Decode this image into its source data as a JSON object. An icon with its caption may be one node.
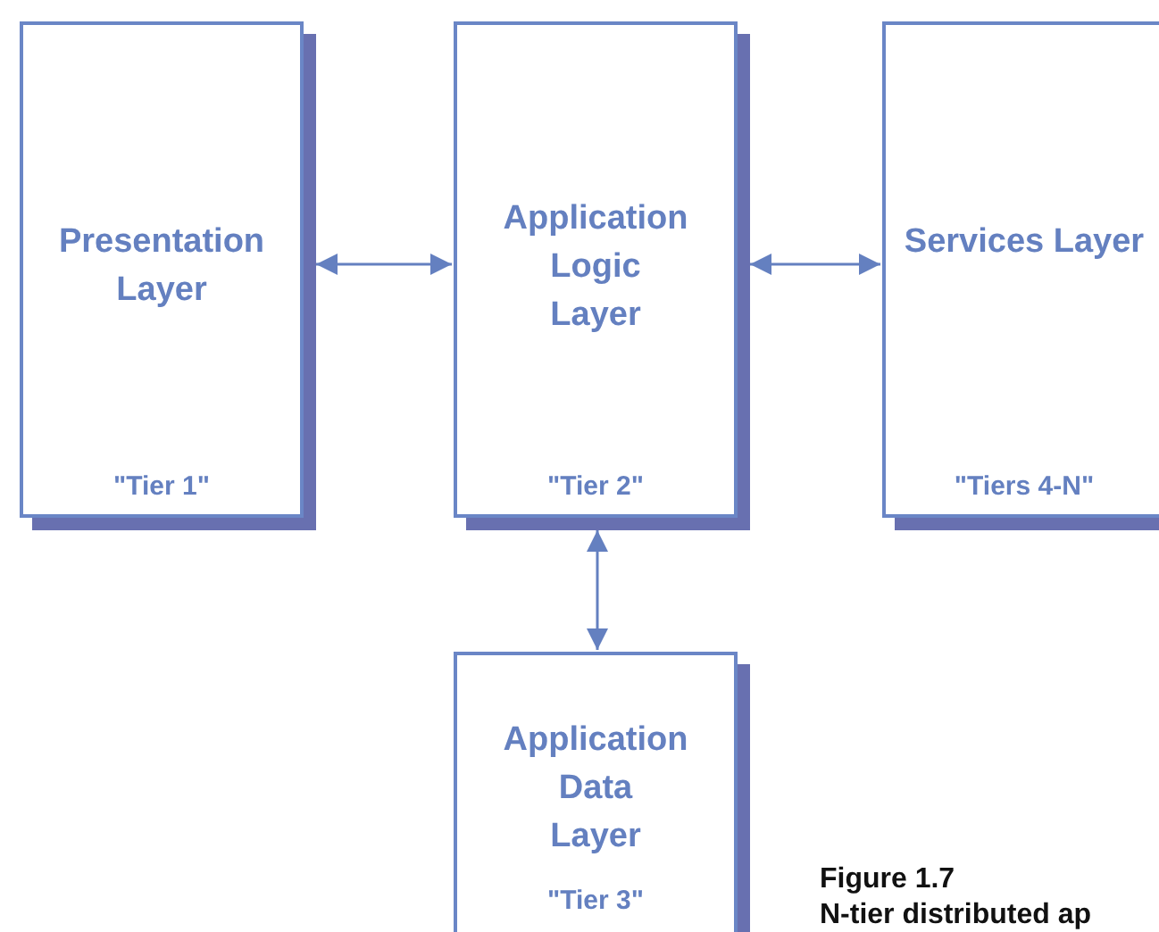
{
  "diagram": {
    "nodes": [
      {
        "text": [
          "Presentation Layer",
          "\"Tier 1\""
        ]
      },
      {
        "text": [
          "Application Logic Layer",
          "\"Tier 2\""
        ]
      },
      {
        "text": [
          "Services Layer",
          "\"Tiers 4-N\""
        ]
      },
      {
        "text": [
          "Application Data Layer",
          "\"Tier 3\""
        ]
      }
    ],
    "edges": [
      {
        "from": 0,
        "to": 1,
        "arrow": "both"
      },
      {
        "from": 1,
        "to": 2,
        "arrow": "both"
      },
      {
        "from": 1,
        "to": 3,
        "arrow": "both"
      }
    ],
    "labels": [
      "Figure 1.7",
      "N-tier distributed ap"
    ]
  }
}
